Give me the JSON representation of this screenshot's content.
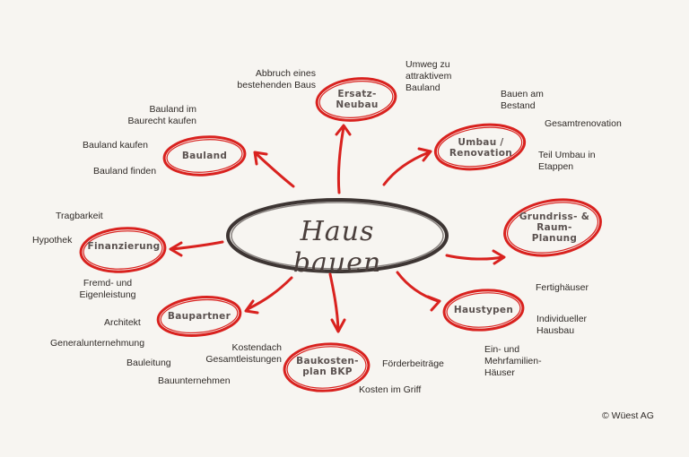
{
  "center": "Haus bauen",
  "nodes": {
    "ersatz": "Ersatz-\nNeubau",
    "umbau": "Umbau /\nRenovation",
    "grundriss": "Grundriss- &\nRaum-\nPlanung",
    "haustypen": "Haustypen",
    "baukosten": "Baukosten-\nplan BKP",
    "baupartner": "Baupartner",
    "finanzierung": "Finanzierung",
    "bauland": "Bauland"
  },
  "labels": {
    "abbruch": "Abbruch eines\nbestehenden Baus",
    "umweg": "Umweg zu\nattraktivem\nBauland",
    "bauen_am_bestand": "Bauen am\nBestand",
    "gesamtrenovation": "Gesamtrenovation",
    "teil_umbau": "Teil Umbau in\nEtappen",
    "bauland_baurecht": "Bauland im\nBaurecht kaufen",
    "bauland_kaufen": "Bauland kaufen",
    "bauland_finden": "Bauland finden",
    "tragbarkeit": "Tragbarkeit",
    "hypothek": "Hypothek",
    "fremd_eigen": "Fremd- und\nEigenleistung",
    "architekt": "Architekt",
    "generalunternehmung": "Generalunternehmung",
    "bauleitung": "Bauleitung",
    "bauunternehmen": "Bauunternehmen",
    "kostendach": "Kostendach\nGesamtleistungen",
    "foerderbeitraege": "Förderbeiträge",
    "kosten_im_griff": "Kosten im Griff",
    "fertighaeuser": "Fertighäuser",
    "individueller": "Individueller\nHausbau",
    "ein_mehrfamilien": "Ein- und\nMehrfamilien-\nHäuser"
  },
  "copyright": "© Wüest AG",
  "colors": {
    "background": "#f7f5f1",
    "accent_red": "#d9221f",
    "center_stroke": "#3d3533",
    "text": "#2f2a27"
  }
}
